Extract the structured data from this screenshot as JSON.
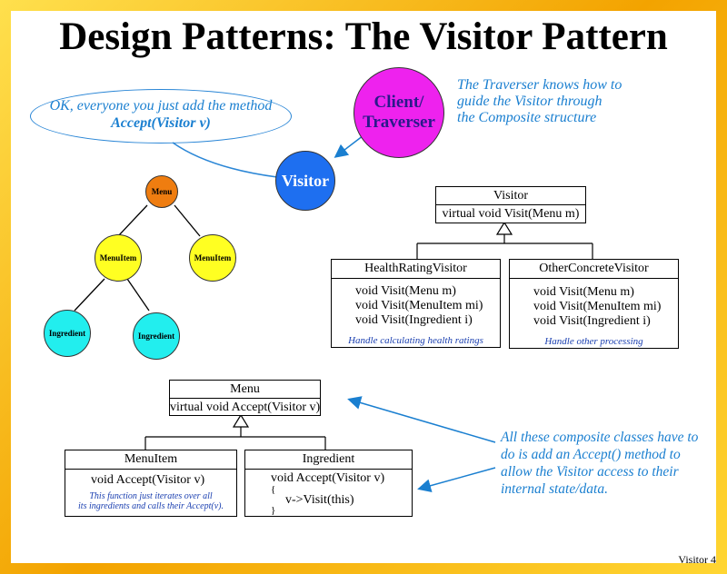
{
  "title": "Design Patterns: The Visitor Pattern",
  "traverser_note": [
    "The Traverser knows how to",
    "guide the Visitor through",
    "the Composite structure"
  ],
  "ellipse_note": {
    "line1": "OK, everyone you just add the method",
    "line2": "Accept(Visitor v)"
  },
  "circles": {
    "client": [
      "Client/",
      "Traverser"
    ],
    "visitor": "Visitor"
  },
  "tree": {
    "root": "Menu",
    "left": "MenuItem",
    "right": "MenuItem",
    "leaf1": "Ingredient",
    "leaf2": "Ingredient"
  },
  "visitor_class": {
    "name": "Visitor",
    "method": "virtual void Visit(Menu m)"
  },
  "health_visitor": {
    "name": "HealthRatingVisitor",
    "methods": [
      "void Visit(Menu m)",
      "void Visit(MenuItem mi)",
      "void Visit(Ingredient i)"
    ],
    "note": "Handle calculating health ratings"
  },
  "other_visitor": {
    "name": "OtherConcreteVisitor",
    "methods": [
      "void Visit(Menu m)",
      "void Visit(MenuItem mi)",
      "void Visit(Ingredient i)"
    ],
    "note": "Handle other processing"
  },
  "menu_class": {
    "name": "Menu",
    "method": "virtual void Accept(Visitor v)"
  },
  "menuitem_class": {
    "name": "MenuItem",
    "method": "void Accept(Visitor v)",
    "note": [
      "This function just iterates over all",
      "its ingredients and calls their Accept(v)."
    ]
  },
  "ingredient_class": {
    "name": "Ingredient",
    "code": [
      "void Accept(Visitor v)",
      "{",
      "v->Visit(this)",
      "}"
    ]
  },
  "composite_note": [
    "All these composite classes have to",
    "do is add an Accept() method to",
    "allow the Visitor access to their",
    "internal state/data."
  ],
  "footer": "Visitor 4",
  "colors": {
    "client": "#ee22ee",
    "visitor": "#1e6ff0",
    "menu": "#ef7d10",
    "menuitem": "#ffff22",
    "ingredient": "#22eeee",
    "note_blue": "#1a7fd0",
    "frame": "#f3a300"
  }
}
